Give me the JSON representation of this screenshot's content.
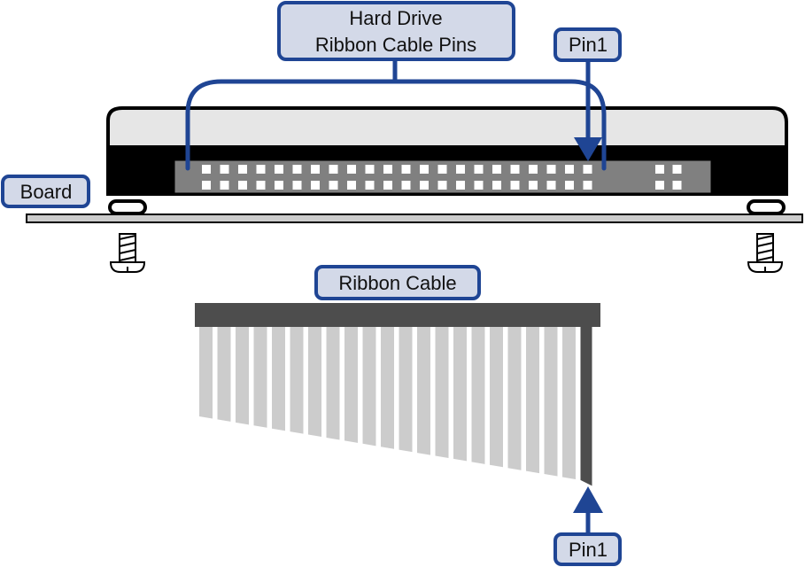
{
  "diagram": {
    "title": "Hard drive ribbon cable pin orientation",
    "colors": {
      "accent": "#1f4594",
      "label_fill": "#d3d9e8",
      "drive_top": "#e6e6e6",
      "drive_body": "#000000",
      "connector": "#808080",
      "pin": "#ffffff",
      "board": "#cccccc",
      "cable_header": "#4d4d4d",
      "cable_strand": "#cccccc",
      "cable_pin1_strand": "#4d4d4d"
    },
    "labels": {
      "hard_drive_pins_line1": "Hard Drive",
      "hard_drive_pins_line2": "Ribbon Cable Pins",
      "pin1_top": "Pin1",
      "board": "Board",
      "ribbon_cable": "Ribbon Cable",
      "pin1_bottom": "Pin1"
    },
    "connector": {
      "pin_rows": 2,
      "main_pin_columns": 22,
      "extra_pin_columns": 2
    },
    "ribbon_cable": {
      "strand_count": 22,
      "pin1_strand_position": "right"
    },
    "icons": [
      "screw-left-icon",
      "screw-right-icon",
      "foot-left-icon",
      "foot-right-icon"
    ]
  }
}
